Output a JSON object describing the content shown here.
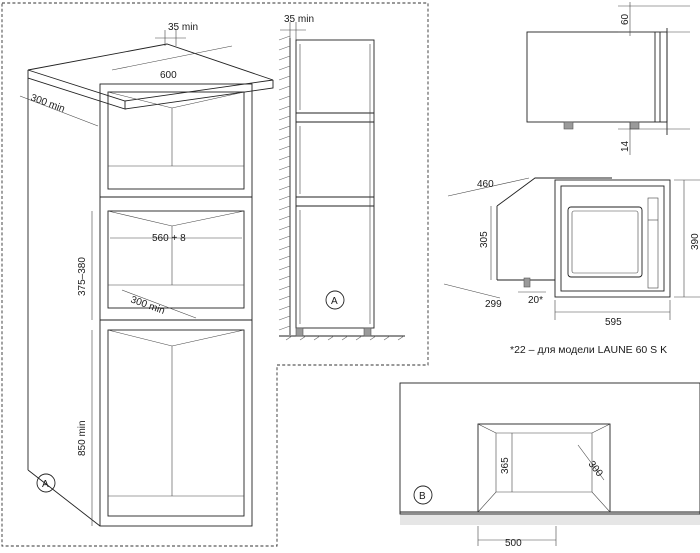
{
  "labels": {
    "d35_top": "35 min",
    "d600": "600",
    "d300_top": "300 min",
    "d560": "560 + 8",
    "d375": "375–380",
    "d300_mid": "300 min",
    "d850": "850 min",
    "circle_a_main": "A",
    "d35_side": "35 min",
    "circle_a_detail": "A",
    "d60": "60",
    "d14": "14",
    "d460": "460",
    "d305": "305",
    "d390": "390",
    "d299": "299",
    "d20": "20*",
    "d595": "595",
    "footnote": "*22 – для модели LAUNE 60 S K",
    "d365": "365",
    "d300_b": "300",
    "circle_b": "B",
    "d500": "500"
  }
}
